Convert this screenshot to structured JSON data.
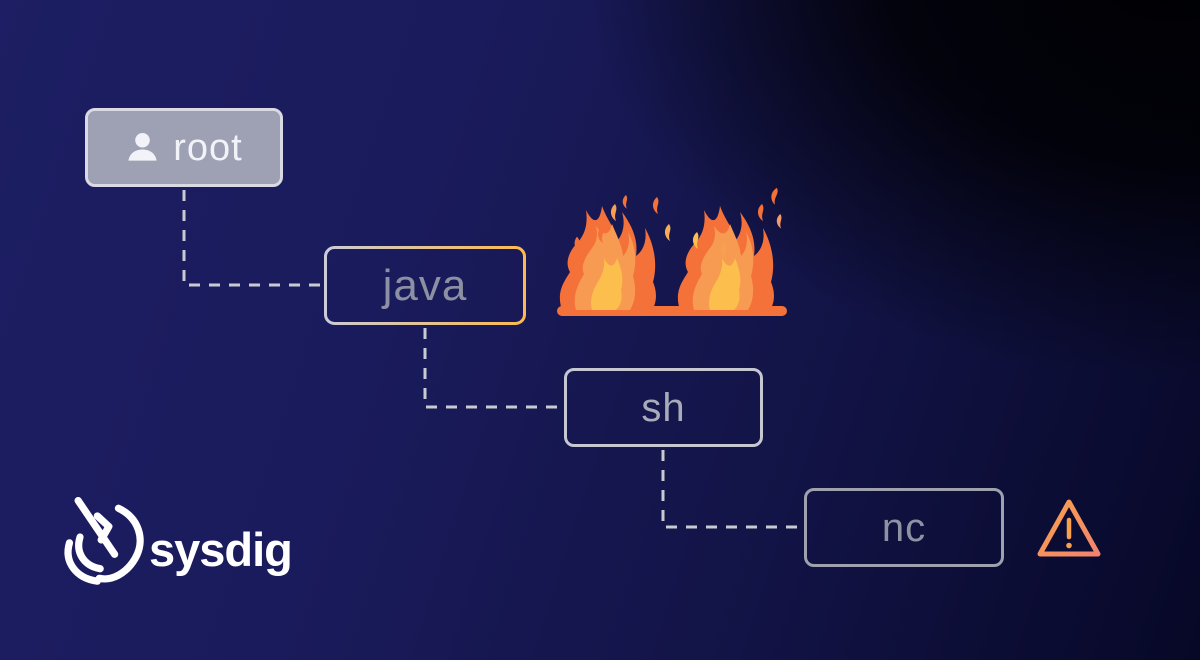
{
  "diagram": {
    "type": "process-tree",
    "nodes": [
      {
        "id": "root",
        "label": "root",
        "icon": "user-icon",
        "variant": "filled-gray"
      },
      {
        "id": "java",
        "label": "java",
        "variant": "gradient-border-highlight"
      },
      {
        "id": "sh",
        "label": "sh",
        "variant": "outline"
      },
      {
        "id": "nc",
        "label": "nc",
        "variant": "outline"
      }
    ],
    "edges": [
      {
        "from": "root",
        "to": "java",
        "style": "dashed-elbow"
      },
      {
        "from": "java",
        "to": "sh",
        "style": "dashed-elbow"
      },
      {
        "from": "sh",
        "to": "nc",
        "style": "dashed-elbow"
      }
    ],
    "annotations": [
      {
        "type": "fire-illustration",
        "near": "java"
      },
      {
        "type": "warning-icon",
        "near": "nc"
      }
    ]
  },
  "branding": {
    "wordmark": "sysdig",
    "logo_icon": "sysdig-dig-shovel-icon"
  },
  "colors": {
    "background_navy": "#1d1e63",
    "background_black": "#000003",
    "background_bottom_right": "#070827",
    "root_fill": "#9ea0b4",
    "root_border": "#d9dae3",
    "root_text": "#f2f3f8",
    "node_outline_light": "#c5c7d1",
    "node_outline_dim": "#9fa1af",
    "node_text_gray": "#8d90a2",
    "connector_dash": "#c9cbd3",
    "java_border_gradient_start": "#caccd9",
    "java_border_gradient_end": "#fdb94d",
    "flame_outer": "#f4713a",
    "flame_mid": "#f79b52",
    "flame_inner": "#fcbe4c",
    "warning_gradient_start": "#f9a24c",
    "warning_gradient_end": "#f2836f",
    "warning_mark": "#f7a04f",
    "logo_white": "#ffffff"
  }
}
